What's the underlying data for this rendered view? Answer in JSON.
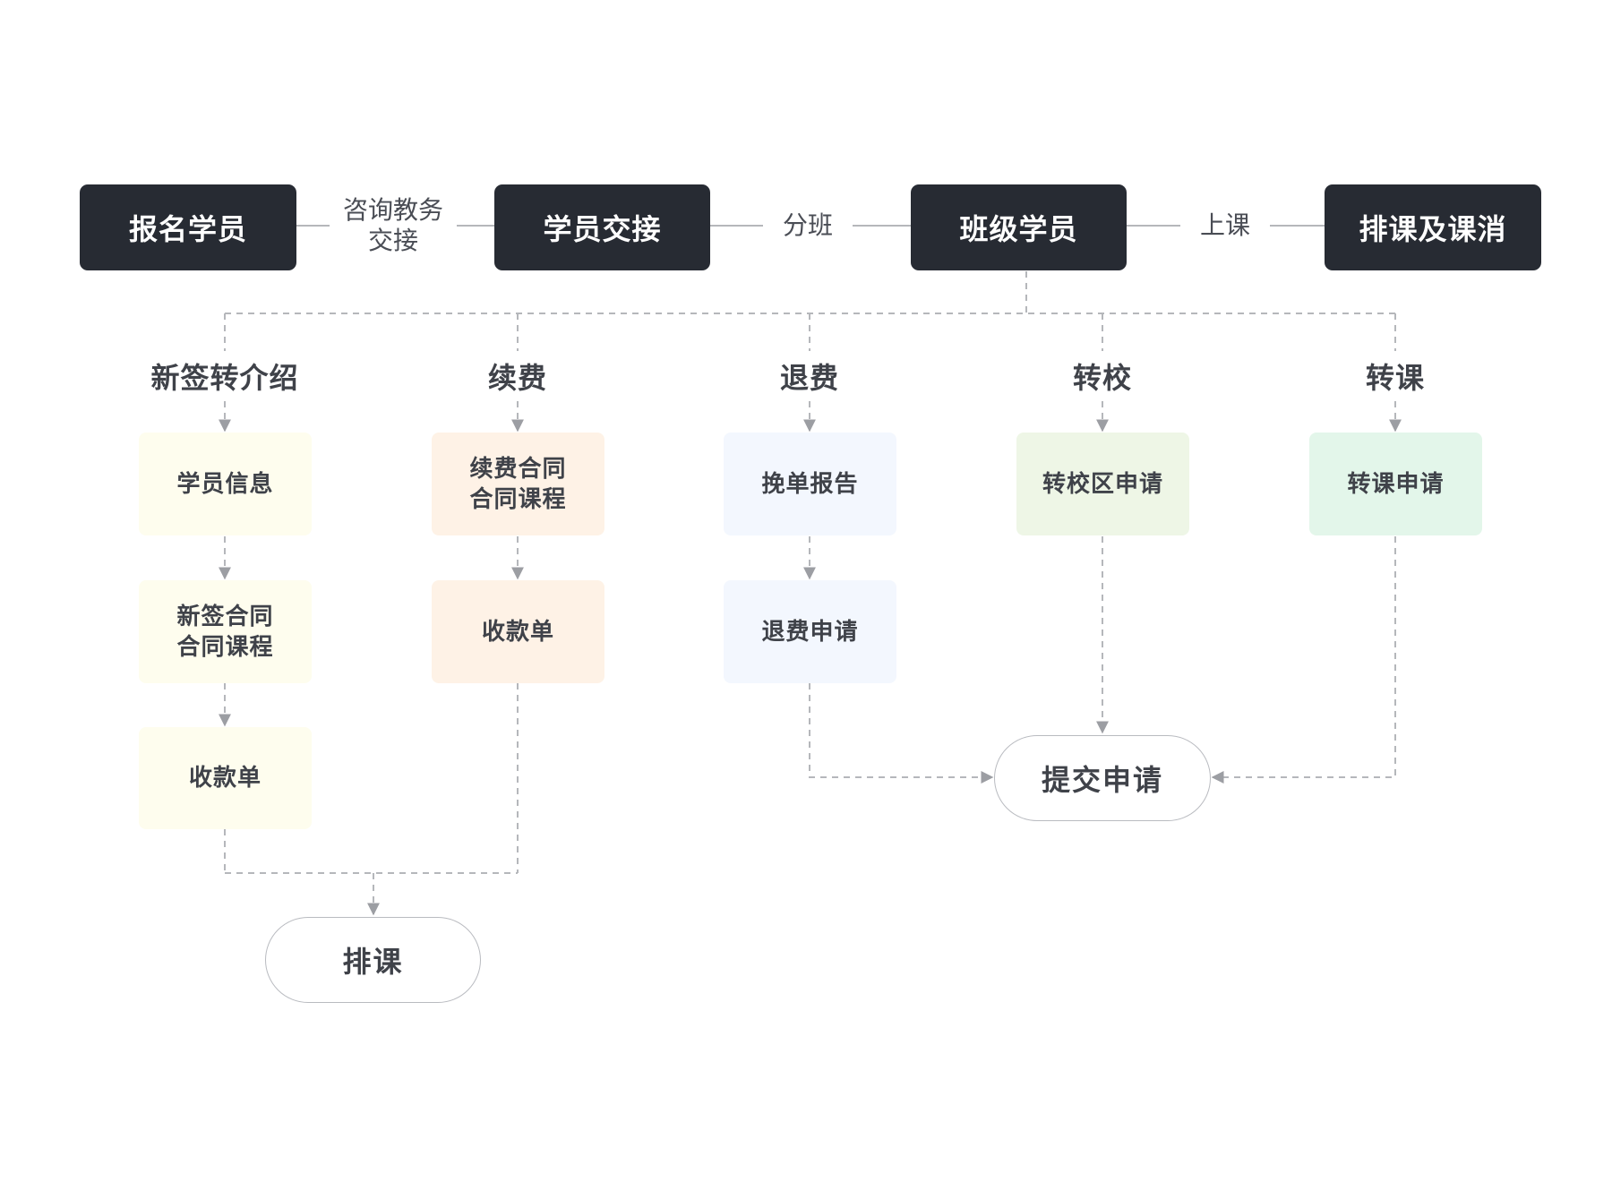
{
  "colors": {
    "dark_node": "#272b33",
    "yellow_card": "#fefdee",
    "orange_card": "#fef2e6",
    "blue_card": "#f3f7fe",
    "green_card_1": "#eef6e6",
    "green_card_2": "#e3f6ea",
    "connector": "#b5b7bb"
  },
  "main_flow": {
    "nodes": [
      "报名学员",
      "学员交接",
      "班级学员",
      "排课及课消"
    ],
    "edge_labels": [
      "咨询教务\n交接",
      "分班",
      "上课"
    ]
  },
  "branches": [
    {
      "label": "新签转介绍",
      "steps": [
        "学员信息",
        "新签合同\n合同课程",
        "收款单"
      ]
    },
    {
      "label": "续费",
      "steps": [
        "续费合同\n合同课程",
        "收款单"
      ]
    },
    {
      "label": "退费",
      "steps": [
        "挽单报告",
        "退费申请"
      ]
    },
    {
      "label": "转校",
      "steps": [
        "转校区申请"
      ]
    },
    {
      "label": "转课",
      "steps": [
        "转课申请"
      ]
    }
  ],
  "terminals": {
    "schedule": "排课",
    "submit": "提交申请"
  }
}
